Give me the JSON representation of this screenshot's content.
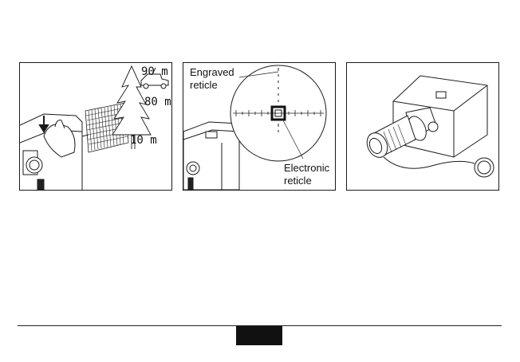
{
  "panel1": {
    "distances": [
      "90 m",
      "80 m",
      "10 m"
    ]
  },
  "panel2": {
    "engraved_label": "Engraved reticle",
    "electronic_label": "Electronic reticle"
  },
  "colors": {
    "line": "#1a1a1a",
    "footer_tab": "#111111"
  }
}
